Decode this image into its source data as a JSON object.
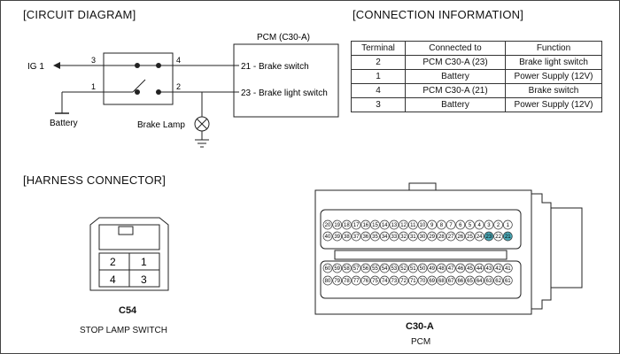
{
  "sections": {
    "circuit": "[CIRCUIT DIAGRAM]",
    "connection": "[CONNECTION INFORMATION]",
    "harness": "[HARNESS CONNECTOR]"
  },
  "circuit": {
    "ig1": "IG 1",
    "battery": "Battery",
    "brake_lamp": "Brake Lamp",
    "pcm_title": "PCM (C30-A)",
    "pin21": "21 - Brake switch",
    "pin23": "23 - Brake light switch",
    "terminals": {
      "t3": "3",
      "t4": "4",
      "t1": "1",
      "t2": "2"
    }
  },
  "connection_table": {
    "headers": [
      "Terminal",
      "Connected to",
      "Function"
    ],
    "rows": [
      [
        "2",
        "PCM C30-A (23)",
        "Brake light switch"
      ],
      [
        "1",
        "Battery",
        "Power Supply (12V)"
      ],
      [
        "4",
        "PCM C30-A (21)",
        "Brake switch"
      ],
      [
        "3",
        "Battery",
        "Power Supply (12V)"
      ]
    ]
  },
  "c54": {
    "pins": [
      "2",
      "1",
      "4",
      "3"
    ],
    "name": "C54",
    "desc": "STOP LAMP SWITCH"
  },
  "c30a": {
    "name": "C30-A",
    "desc": "PCM",
    "row1": [
      "20",
      "19",
      "18",
      "17",
      "16",
      "15",
      "14",
      "13",
      "12",
      "11",
      "10",
      "9",
      "8",
      "7",
      "6",
      "5",
      "4",
      "3",
      "2",
      "1"
    ],
    "row2": [
      "40",
      "39",
      "38",
      "37",
      "36",
      "35",
      "34",
      "33",
      "32",
      "31",
      "30",
      "29",
      "28",
      "27",
      "26",
      "25",
      "24",
      "23",
      "22",
      "21"
    ],
    "row3": [
      "60",
      "59",
      "58",
      "57",
      "56",
      "55",
      "54",
      "53",
      "52",
      "51",
      "50",
      "49",
      "48",
      "47",
      "46",
      "45",
      "44",
      "43",
      "42",
      "41"
    ],
    "row4": [
      "80",
      "79",
      "78",
      "77",
      "76",
      "75",
      "74",
      "73",
      "72",
      "71",
      "70",
      "69",
      "68",
      "67",
      "66",
      "65",
      "64",
      "63",
      "62",
      "61"
    ],
    "highlighted": [
      "23",
      "21"
    ],
    "highlight_color": "#4aa7b5"
  }
}
